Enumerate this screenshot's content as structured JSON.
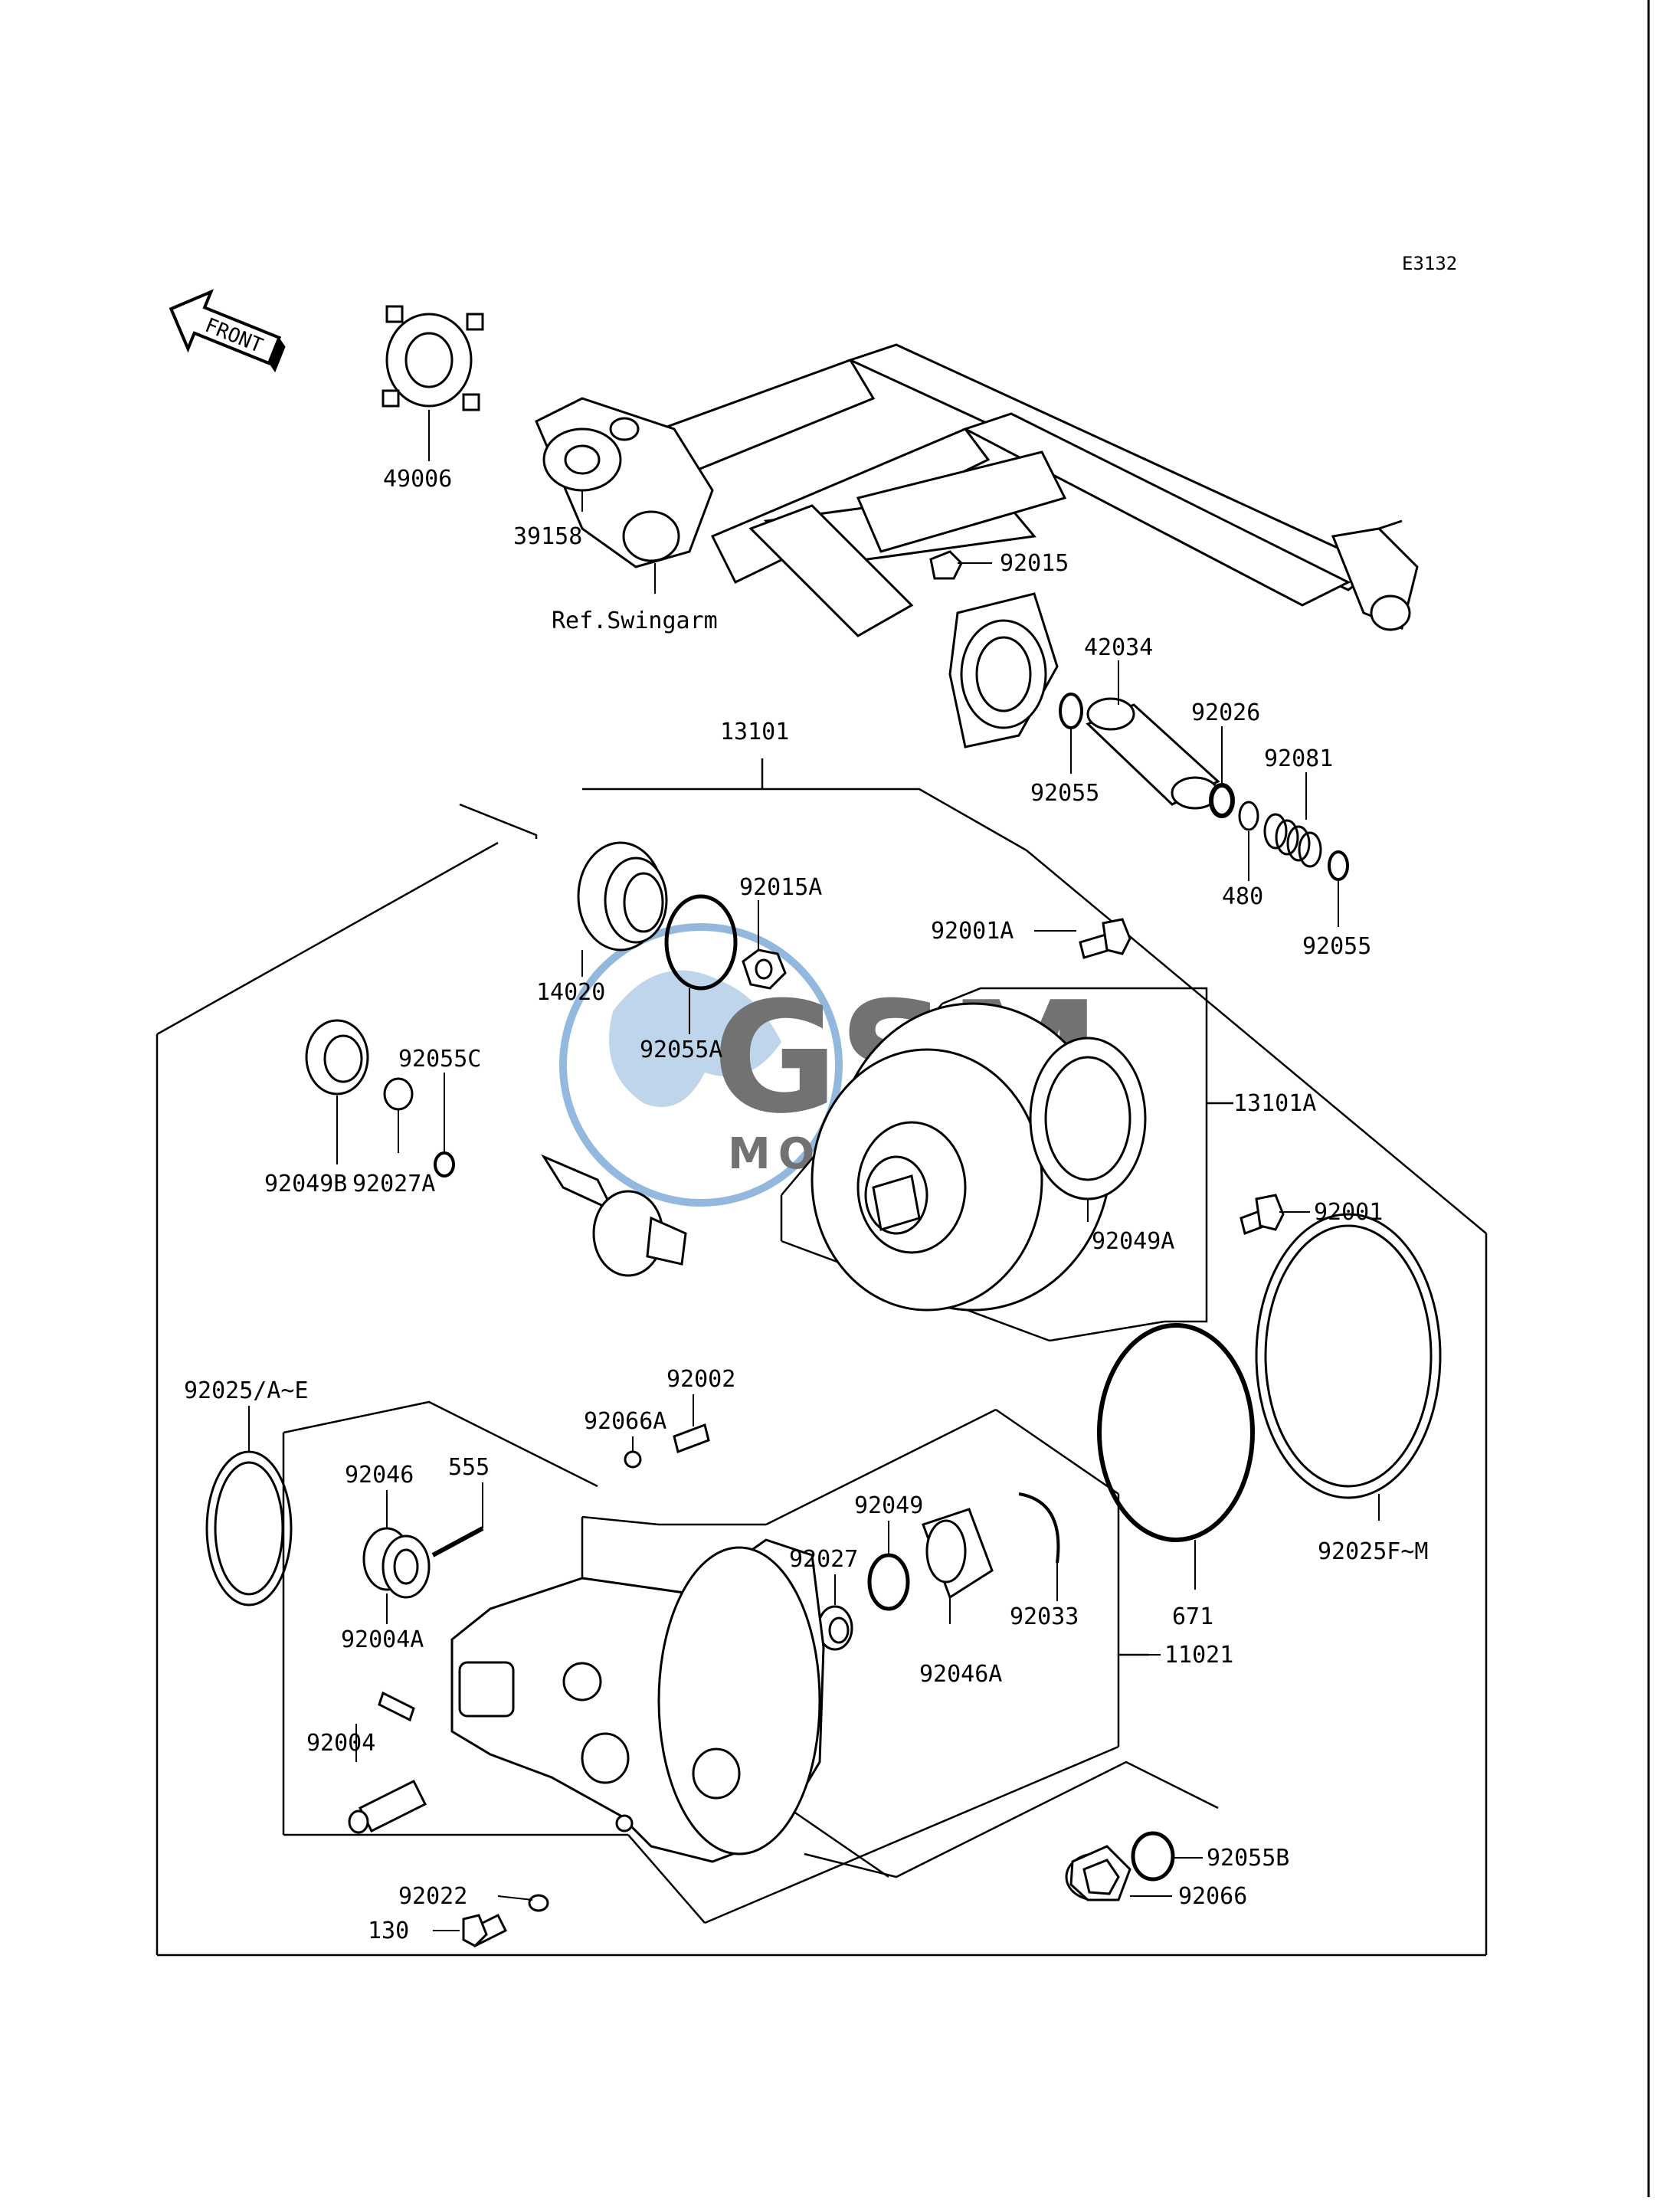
{
  "diagram_code": "E3132",
  "front_arrow": {
    "text": "FRONT",
    "icon": "front-arrow-icon"
  },
  "watermark": {
    "brand": "GSM",
    "tagline": "MOTORPARTS",
    "colors": [
      "#3a7fc4",
      "#9bb2c9"
    ]
  },
  "labels": {
    "p49006": "49006",
    "p39158": "39158",
    "ref_swingarm": "Ref.Swingarm",
    "p92015": "92015",
    "p42034": "42034",
    "p92026": "92026",
    "p92081": "92081",
    "p92055_top": "92055",
    "p480": "480",
    "p92055_right": "92055",
    "p13101": "13101",
    "p92015A": "92015A",
    "p92001A": "92001A",
    "p14020": "14020",
    "p92055A": "92055A",
    "p92055C": "92055C",
    "p13101A": "13101A",
    "p92001": "92001",
    "p92049B": "92049B",
    "p92027A": "92027A",
    "p92049A": "92049A",
    "p92025AE": "92025/A~E",
    "p92002": "92002",
    "p92066A": "92066A",
    "p555": "555",
    "p92046": "92046",
    "p92049": "92049",
    "p92027": "92027",
    "p92004A": "92004A",
    "p92033": "92033",
    "p671": "671",
    "p92025FM": "92025F~M",
    "p92046A": "92046A",
    "p11021": "11021",
    "p92004": "92004",
    "p92055B": "92055B",
    "p92022": "92022",
    "p92066": "92066",
    "p130": "130"
  }
}
